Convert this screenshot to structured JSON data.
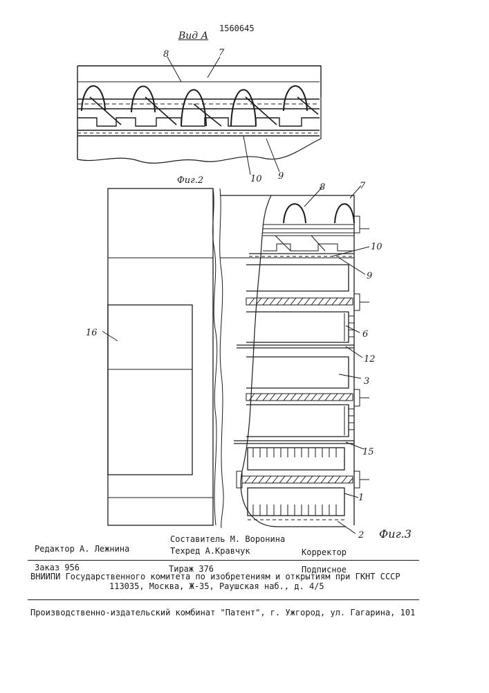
{
  "patent_number": "1560645",
  "view_label": "Вид А",
  "fig2": {
    "caption": "Фиг.2",
    "labels": {
      "l8": "8",
      "l7": "7",
      "l10": "10",
      "l9": "9"
    }
  },
  "fig3": {
    "caption": "Фиг.3",
    "labels": {
      "l8": "8",
      "l7": "7",
      "l10": "10",
      "l9": "9",
      "l16": "16",
      "l6": "6",
      "l12": "12",
      "l3": "3",
      "l15": "15",
      "l1": "1",
      "l2": "2"
    }
  },
  "footer": {
    "editor": "Редактор А. Лежнина",
    "compiler": "Составитель М. Воронина",
    "tech_editor": "Техред А.Кравчук",
    "corrector": "Корректор",
    "order": "Заказ 956",
    "circulation": "Тираж 376",
    "subscription": "Подписное",
    "institute": "ВНИИПИ Государственного комитета по изобретениям и открытиям при ГКНТ СССР",
    "address": "113035, Москва, Ж-35, Раушская наб., д. 4/5",
    "publisher": "Производственно-издательский комбинат \"Патент\", г. Ужгород, ул. Гагарина, 101"
  }
}
